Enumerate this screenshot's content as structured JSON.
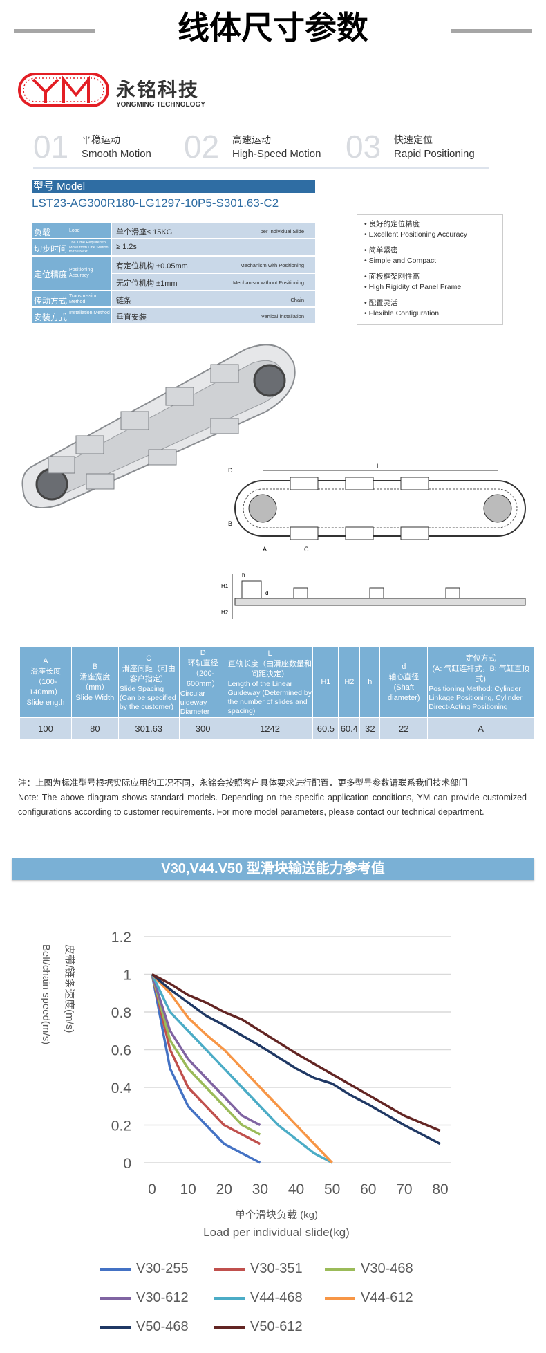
{
  "title": "线体尺寸参数",
  "brand": {
    "cn": "永铭科技",
    "en": "YONGMING TECHNOLOGY",
    "logo_letters": "YM"
  },
  "features": [
    {
      "num": "01",
      "cn": "平稳运动",
      "en": "Smooth Motion"
    },
    {
      "num": "02",
      "cn": "高速运动",
      "en": "High-Speed Motion"
    },
    {
      "num": "03",
      "cn": "快速定位",
      "en": "Rapid Positioning"
    }
  ],
  "model": {
    "label": "型号  Model",
    "code": "LST23-AG300R180-LG1297-10P5-S301.63-C2"
  },
  "spec": [
    {
      "cn": "负载",
      "en": "Load",
      "values": [
        {
          "l": "单个滑座≤ 15KG",
          "r": "per Individual Slide"
        }
      ]
    },
    {
      "cn": "切步时间",
      "en": "The Time Required to Move from One Station to the Next",
      "values": [
        {
          "l": "≥ 1.2s",
          "r": ""
        }
      ]
    },
    {
      "cn": "定位精度",
      "en": "Positioning Accuracy",
      "values": [
        {
          "l": "有定位机构 ±0.05mm",
          "r": "Mechanism with Positioning"
        },
        {
          "l": "无定位机构 ±1mm",
          "r": "Mechanism without Positioning"
        }
      ]
    },
    {
      "cn": "传动方式",
      "en": "Transmission Method",
      "values": [
        {
          "l": "链条",
          "r": "Chain"
        }
      ]
    },
    {
      "cn": "安装方式",
      "en": "Installation Method",
      "values": [
        {
          "l": "垂直安装",
          "r": "Vertical installation"
        }
      ]
    }
  ],
  "advantages": [
    "良好的定位精度",
    "Excellent Positioning Accuracy",
    "简单紧密",
    "Simple and Compact",
    "面板框架刚性高",
    "High Rigidity of Panel Frame",
    "配置灵活",
    "Flexible Configuration"
  ],
  "diagram_labels": {
    "D": "D",
    "L": "L",
    "A": "A",
    "C": "C",
    "B": "B",
    "H1": "H1",
    "H2": "H2",
    "h": "h",
    "d": "d"
  },
  "params": {
    "headers": [
      {
        "top": "A",
        "cn": "滑座长度（100-140mm）",
        "en": "Slide ength"
      },
      {
        "top": "B",
        "cn": "滑座宽度（mm）",
        "en": "Slide Width"
      },
      {
        "top": "C",
        "cn": "滑座间距（可由客户指定）",
        "en": "Slide Spacing (Can be specified by the customer)"
      },
      {
        "top": "D",
        "cn": "环轨直径（200-600mm）",
        "en": "Circular uideway Diameter"
      },
      {
        "top": "L",
        "cn": "直轨长度（由滑座数量和间距决定）",
        "en": "Length of the Linear Guideway (Determined by the number of slides and spacing)"
      },
      {
        "top": "H1",
        "cn": "",
        "en": ""
      },
      {
        "top": "H2",
        "cn": "",
        "en": ""
      },
      {
        "top": "h",
        "cn": "",
        "en": ""
      },
      {
        "top": "d",
        "cn": "轴心直径",
        "en": "(Shaft diameter)"
      },
      {
        "top": "定位方式",
        "cn": "(A: 气缸连杆式，B: 气缸直顶式)",
        "en": "Positioning Method: Cylinder Linkage Positioning, Cylinder Direct-Acting Positioning"
      }
    ],
    "row": [
      "100",
      "80",
      "301.63",
      "300",
      "1242",
      "60.5",
      "60.4",
      "32",
      "22",
      "A"
    ]
  },
  "note": {
    "cn": "注：上图为标准型号根据实际应用的工况不同，永铭会按照客户具体要求进行配置．更多型号参数请联系我们技术部门",
    "en": "Note: The above diagram shows standard models. Depending on the specific application conditions, YM can provide customized configurations according to customer requirements. For more model parameters, please contact our technical department."
  },
  "chart_banner": "V30,V44.V50  型滑块输送能力参考值",
  "chart_data": {
    "type": "line",
    "title": "V30,V44.V50  型滑块输送能力参考值",
    "ylabel_cn": "皮带/链条速度(m/s)",
    "ylabel_en": "Belt/chain speed(m/s)",
    "xlabel_cn": "单个滑块负载 (kg)",
    "xlabel_en": "Load per individual slide(kg)",
    "xlim": [
      0,
      80
    ],
    "ylim": [
      0,
      1.2
    ],
    "xticks": [
      "0",
      "10",
      "20",
      "30",
      "40",
      "50",
      "60",
      "70",
      "80"
    ],
    "yticks": [
      "0",
      "0.2",
      "0.4",
      "0.6",
      "0.8",
      "1",
      "1.2"
    ],
    "grid": true,
    "legend": "bottom",
    "series": [
      {
        "name": "V30-255",
        "color": "#4472c4",
        "points": [
          [
            0,
            1
          ],
          [
            5,
            0.5
          ],
          [
            10,
            0.3
          ],
          [
            20,
            0.1
          ],
          [
            30,
            0
          ]
        ]
      },
      {
        "name": "V30-351",
        "color": "#c0504d",
        "points": [
          [
            0,
            1
          ],
          [
            5,
            0.6
          ],
          [
            10,
            0.4
          ],
          [
            15,
            0.3
          ],
          [
            20,
            0.2
          ],
          [
            30,
            0.1
          ]
        ]
      },
      {
        "name": "V30-468",
        "color": "#9bbb59",
        "points": [
          [
            0,
            1
          ],
          [
            5,
            0.65
          ],
          [
            10,
            0.5
          ],
          [
            20,
            0.3
          ],
          [
            25,
            0.2
          ],
          [
            30,
            0.15
          ]
        ]
      },
      {
        "name": "V30-612",
        "color": "#8064a2",
        "points": [
          [
            0,
            1
          ],
          [
            5,
            0.7
          ],
          [
            10,
            0.55
          ],
          [
            20,
            0.35
          ],
          [
            25,
            0.25
          ],
          [
            30,
            0.2
          ]
        ]
      },
      {
        "name": "V44-468",
        "color": "#4bacc6",
        "points": [
          [
            0,
            1
          ],
          [
            5,
            0.8
          ],
          [
            10,
            0.7
          ],
          [
            20,
            0.5
          ],
          [
            30,
            0.3
          ],
          [
            35,
            0.2
          ],
          [
            45,
            0.05
          ],
          [
            50,
            0
          ]
        ]
      },
      {
        "name": "V44-612",
        "color": "#f79646",
        "points": [
          [
            0,
            1
          ],
          [
            5,
            0.9
          ],
          [
            10,
            0.77
          ],
          [
            15,
            0.68
          ],
          [
            20,
            0.6
          ],
          [
            30,
            0.4
          ],
          [
            40,
            0.2
          ],
          [
            50,
            0
          ]
        ]
      },
      {
        "name": "V50-468",
        "color": "#1f3864",
        "points": [
          [
            0,
            1
          ],
          [
            5,
            0.92
          ],
          [
            10,
            0.85
          ],
          [
            15,
            0.78
          ],
          [
            20,
            0.73
          ],
          [
            30,
            0.62
          ],
          [
            40,
            0.5
          ],
          [
            45,
            0.45
          ],
          [
            50,
            0.42
          ],
          [
            55,
            0.36
          ],
          [
            60,
            0.31
          ],
          [
            70,
            0.2
          ],
          [
            80,
            0.1
          ]
        ]
      },
      {
        "name": "V50-612",
        "color": "#632523",
        "points": [
          [
            0,
            1
          ],
          [
            5,
            0.95
          ],
          [
            10,
            0.89
          ],
          [
            15,
            0.85
          ],
          [
            20,
            0.8
          ],
          [
            25,
            0.76
          ],
          [
            30,
            0.7
          ],
          [
            40,
            0.58
          ],
          [
            50,
            0.47
          ],
          [
            60,
            0.36
          ],
          [
            70,
            0.25
          ],
          [
            80,
            0.17
          ]
        ]
      }
    ]
  }
}
